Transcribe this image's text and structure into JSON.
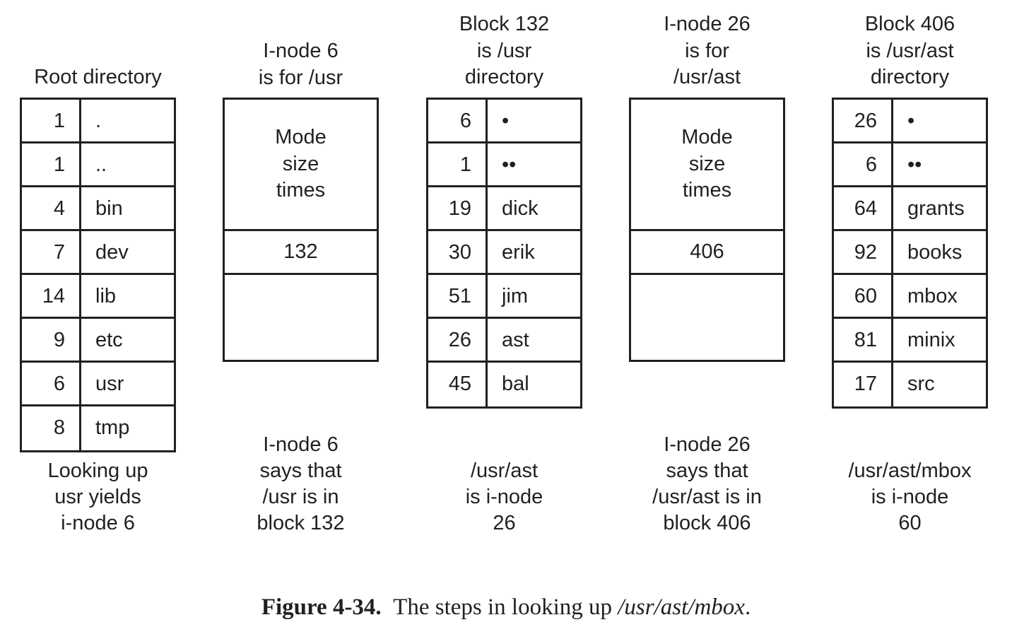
{
  "columns": [
    {
      "title": "Root directory",
      "entries": [
        {
          "inode": "1",
          "name": "."
        },
        {
          "inode": "1",
          "name": ".."
        },
        {
          "inode": "4",
          "name": "bin"
        },
        {
          "inode": "7",
          "name": "dev"
        },
        {
          "inode": "14",
          "name": "lib"
        },
        {
          "inode": "9",
          "name": "etc"
        },
        {
          "inode": "6",
          "name": "usr"
        },
        {
          "inode": "8",
          "name": "tmp"
        }
      ],
      "caption": "Looking up\nusr yields\ni-node 6"
    },
    {
      "title": "I-node 6\nis for /usr",
      "attributes": "Mode\nsize\ntimes",
      "block": "132",
      "caption": "I-node 6\nsays that\n/usr is in\nblock 132"
    },
    {
      "title": "Block 132\nis /usr\ndirectory",
      "entries": [
        {
          "inode": "6",
          "name": "•"
        },
        {
          "inode": "1",
          "name": "••"
        },
        {
          "inode": "19",
          "name": "dick"
        },
        {
          "inode": "30",
          "name": "erik"
        },
        {
          "inode": "51",
          "name": "jim"
        },
        {
          "inode": "26",
          "name": "ast"
        },
        {
          "inode": "45",
          "name": "bal"
        }
      ],
      "caption": "/usr/ast\nis i-node\n26"
    },
    {
      "title": "I-node 26\nis for\n/usr/ast",
      "attributes": "Mode\nsize\ntimes",
      "block": "406",
      "caption": "I-node 26\nsays that\n/usr/ast is in\nblock 406"
    },
    {
      "title": "Block 406\nis /usr/ast\ndirectory",
      "entries": [
        {
          "inode": "26",
          "name": "•"
        },
        {
          "inode": "6",
          "name": "••"
        },
        {
          "inode": "64",
          "name": "grants"
        },
        {
          "inode": "92",
          "name": "books"
        },
        {
          "inode": "60",
          "name": "mbox"
        },
        {
          "inode": "81",
          "name": "minix"
        },
        {
          "inode": "17",
          "name": "src"
        }
      ],
      "caption": "/usr/ast/mbox\nis i-node\n60"
    }
  ],
  "figure_caption": {
    "label": "Figure 4-34.",
    "text": "The steps in looking up ",
    "path": "/usr/ast/mbox",
    "end": "."
  }
}
